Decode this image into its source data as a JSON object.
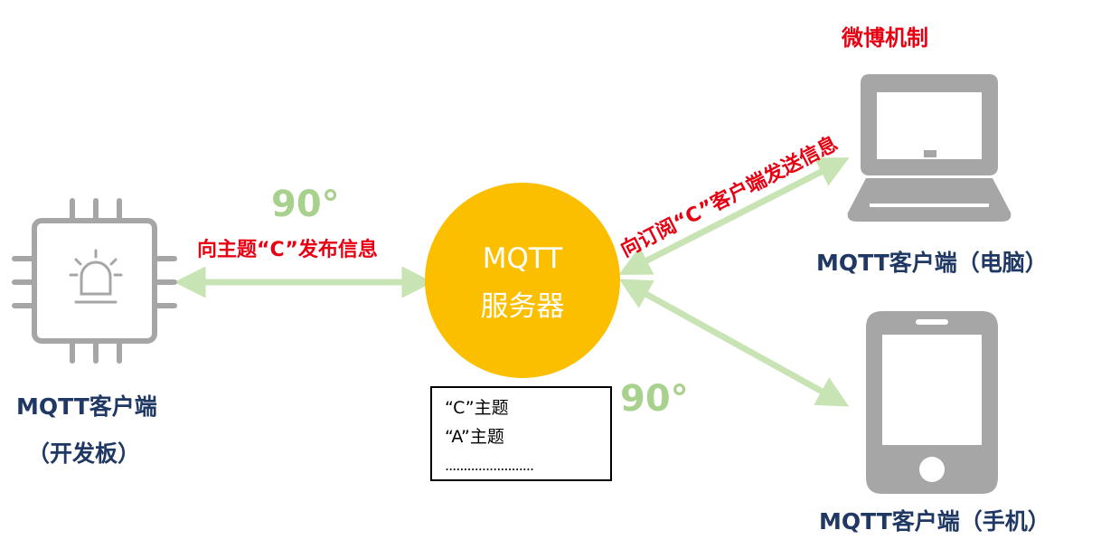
{
  "server": {
    "line1": "MQTT",
    "line2": "服务器"
  },
  "board": {
    "label_line1": "MQTT客户端",
    "label_line2": "（开发板）"
  },
  "pc": {
    "label": "MQTT客户端（电脑）"
  },
  "phone": {
    "label": "MQTT客户端（手机）"
  },
  "weibo_title": "微博机制",
  "publish_label": "向主题“C”发布信息",
  "subscribe_label": "向订阅“C”客户端发送信息",
  "degree_top": "90°",
  "degree_right": "90°",
  "topics": [
    "“C”主题",
    "“A”主题",
    "........................"
  ],
  "colors": {
    "server": "#fbbf00",
    "arrow": "#c9e4b4",
    "device": "#a6a6a6",
    "navy": "#1f3864",
    "red": "#e60012",
    "degree": "#a9d18e"
  }
}
